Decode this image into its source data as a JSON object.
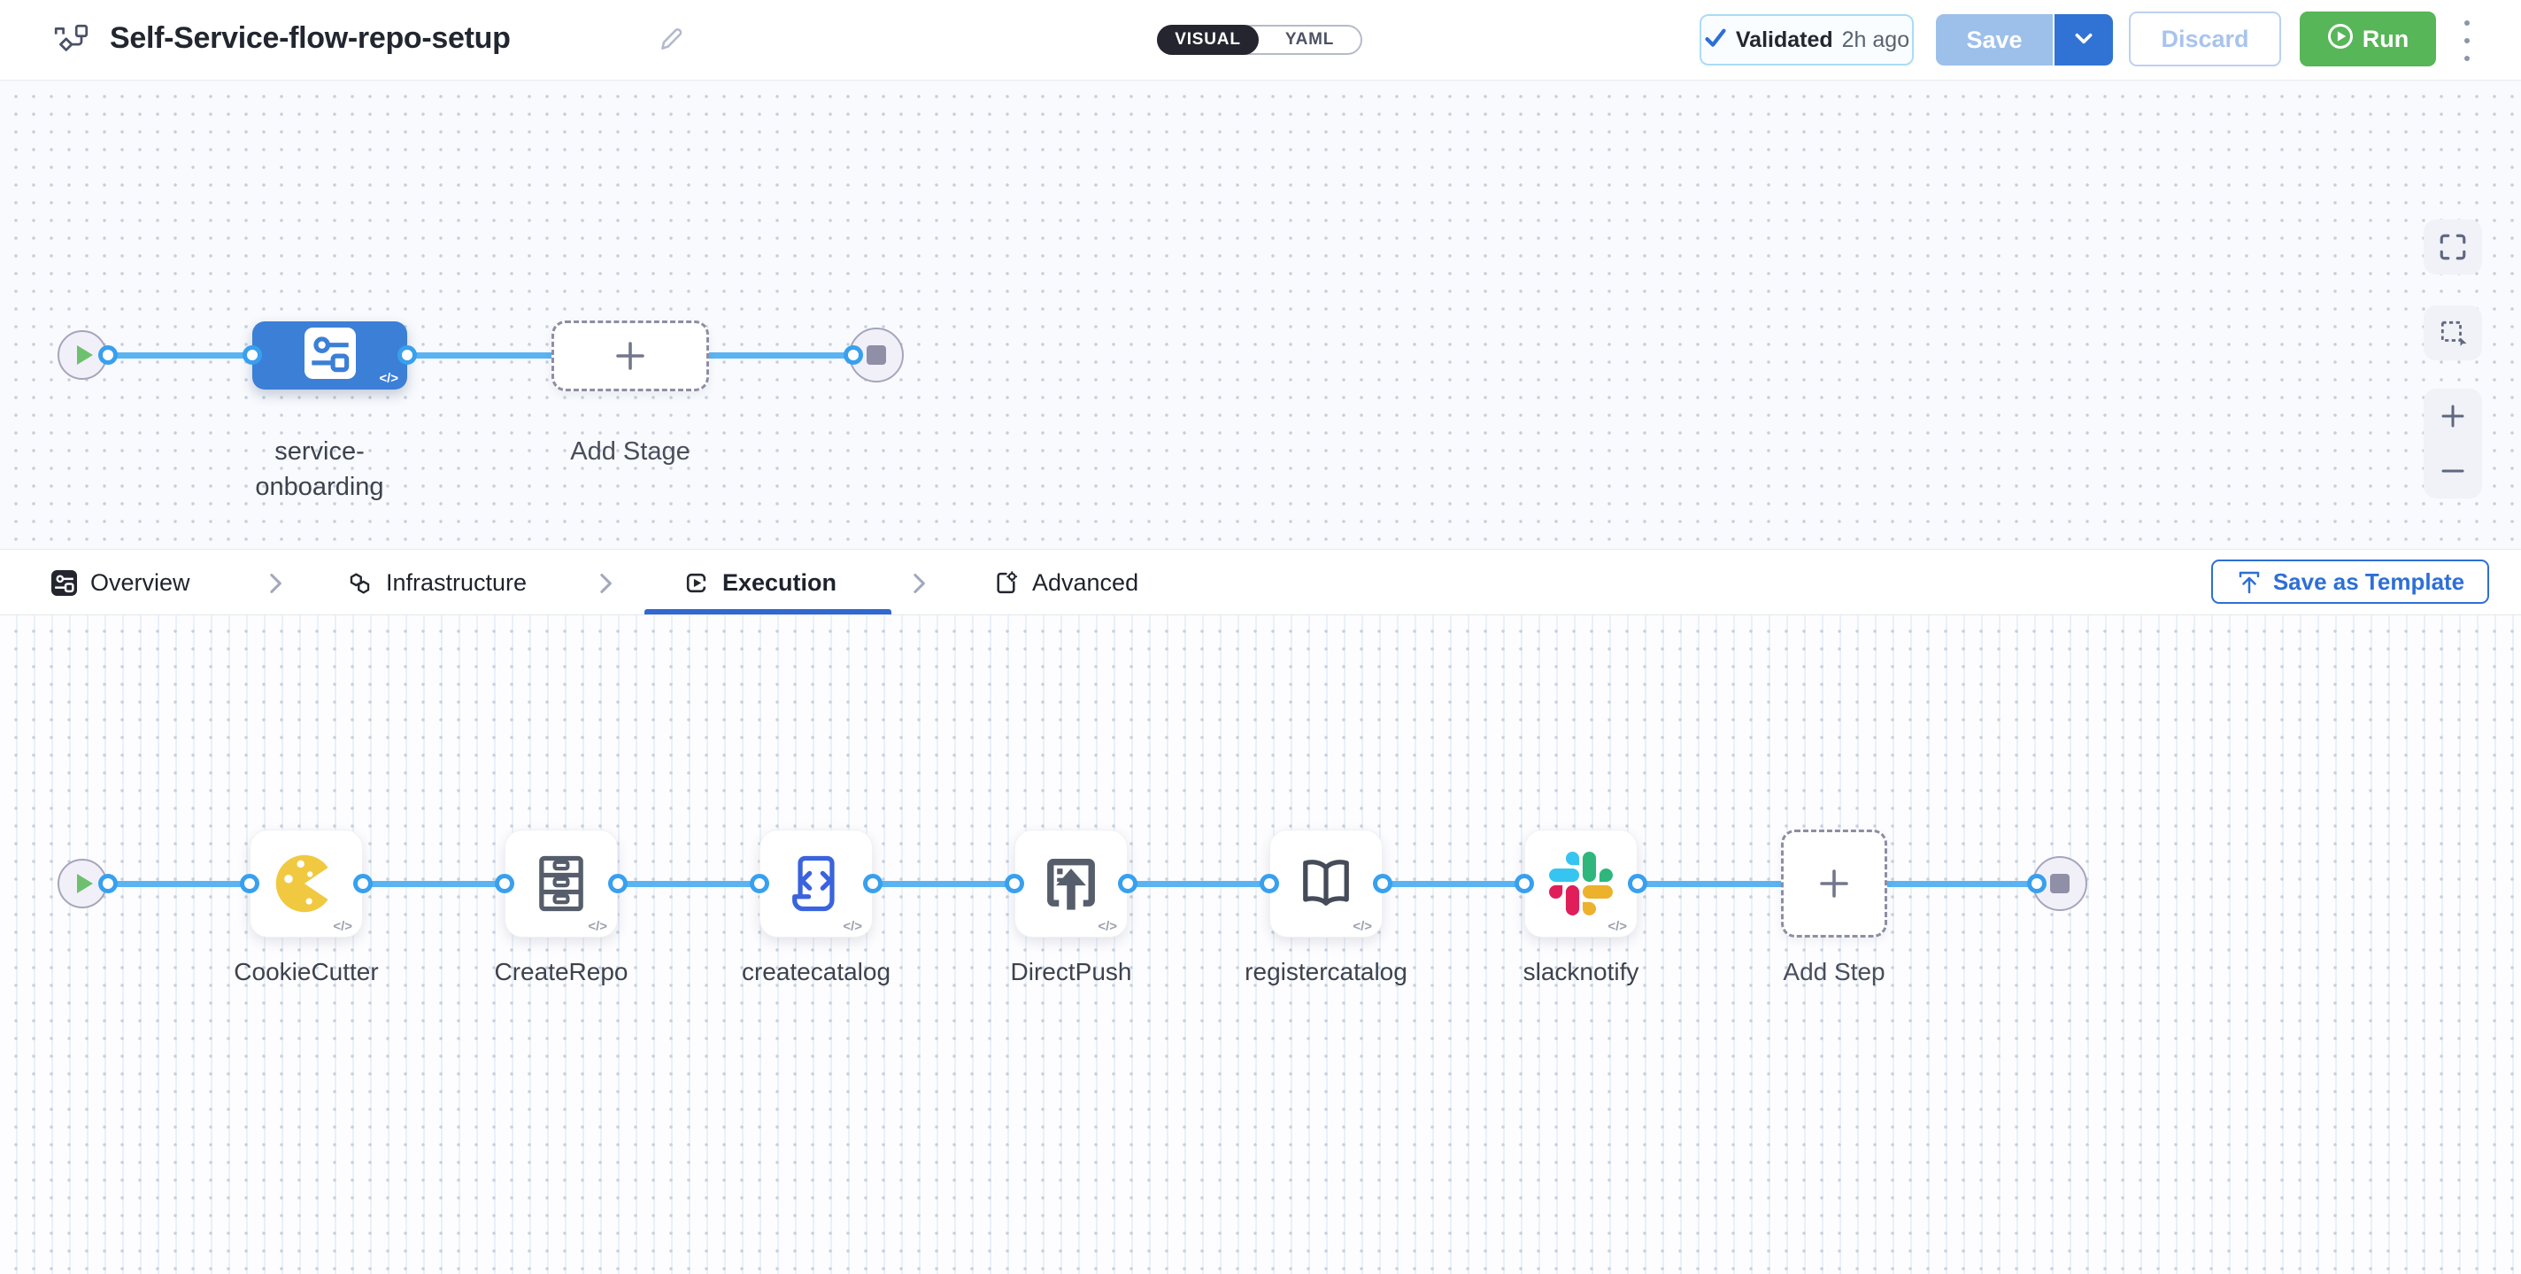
{
  "header": {
    "title": "Self-Service-flow-repo-setup",
    "mode_toggle": {
      "visual": "VISUAL",
      "yaml": "YAML"
    },
    "validation": {
      "label": "Validated",
      "time": "2h ago"
    },
    "buttons": {
      "save": "Save",
      "discard": "Discard",
      "run": "Run"
    }
  },
  "stage_canvas": {
    "stage_label": "service-onboarding",
    "add_stage_label": "Add Stage"
  },
  "tab_bar": {
    "tabs": [
      {
        "label": "Overview",
        "icon": "stage-overview-icon",
        "active": false
      },
      {
        "label": "Infrastructure",
        "icon": "infrastructure-icon",
        "active": false
      },
      {
        "label": "Execution",
        "icon": "execution-icon",
        "active": true
      },
      {
        "label": "Advanced",
        "icon": "advanced-icon",
        "active": false
      }
    ],
    "save_as_template_label": "Save as Template"
  },
  "execution_canvas": {
    "steps": [
      {
        "label": "CookieCutter",
        "icon": "cookiecutter-icon"
      },
      {
        "label": "CreateRepo",
        "icon": "createrepo-icon"
      },
      {
        "label": "createcatalog",
        "icon": "createcatalog-icon"
      },
      {
        "label": "DirectPush",
        "icon": "directpush-icon"
      },
      {
        "label": "registercatalog",
        "icon": "registercatalog-icon"
      },
      {
        "label": "slacknotify",
        "icon": "slacknotify-icon"
      }
    ],
    "add_step_label": "Add Step",
    "code_badge": "</>"
  },
  "colors": {
    "accent_blue": "#2E6FD6",
    "node_blue": "#3B7FD7",
    "connector_blue": "#5AB4F2",
    "port_ring_blue": "#38A0EE",
    "run_green": "#57B657",
    "save_disabled_blue": "#9CC0EA",
    "toggle_dark": "#25252F",
    "slack": {
      "blue": "#36C5F0",
      "green": "#2EB67D",
      "red": "#E01E5A",
      "yellow": "#ECB22C"
    }
  }
}
